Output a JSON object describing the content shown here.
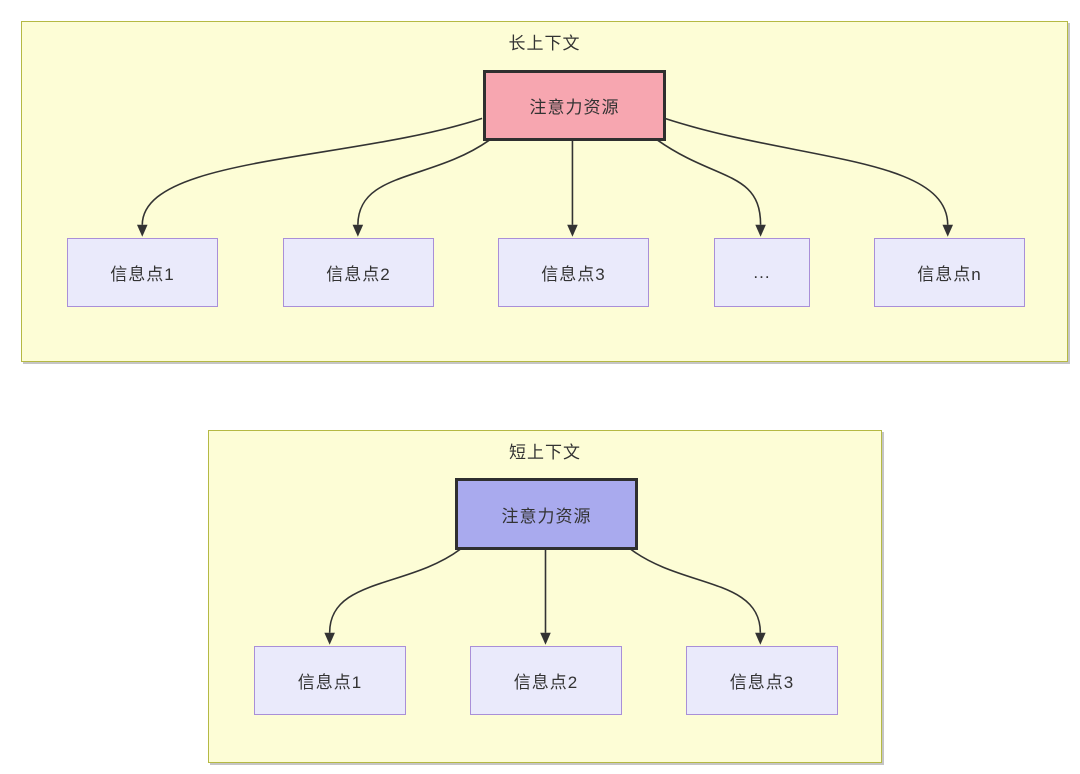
{
  "sections": [
    {
      "id": "long-context",
      "title": "长上下文",
      "root_label": "注意力资源",
      "children": [
        "信息点1",
        "信息点2",
        "信息点3",
        "...",
        "信息点n"
      ]
    },
    {
      "id": "short-context",
      "title": "短上下文",
      "root_label": "注意力资源",
      "children": [
        "信息点1",
        "信息点2",
        "信息点3"
      ]
    }
  ],
  "colors": {
    "container_fill": "#fdfdd6",
    "container_border": "#b5b944",
    "long_root_fill": "#f7a6b0",
    "short_root_fill": "#a9aaee",
    "node_fill": "#eaeafb",
    "node_border": "#a98fd8",
    "edge": "#333333",
    "text": "#333333"
  }
}
